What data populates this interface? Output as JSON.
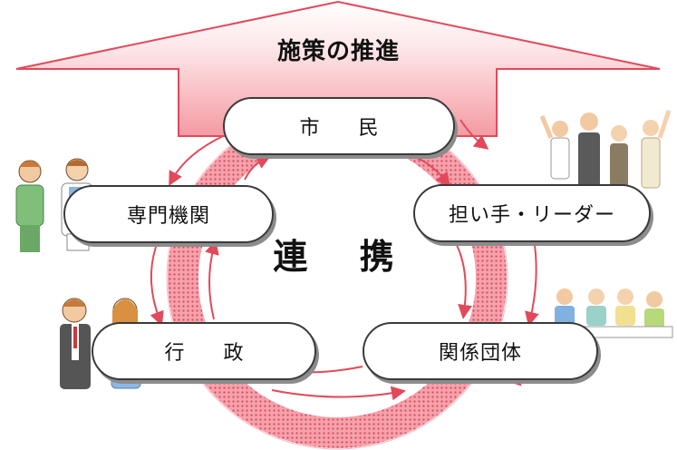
{
  "banner": {
    "label": "施策の推進"
  },
  "center": {
    "label": "連 携"
  },
  "nodes": {
    "shimin": "市 民",
    "senmon": "専門機関",
    "leader": "担い手・リーダー",
    "gyosei": "行 政",
    "kankei": "関係団体"
  },
  "colors": {
    "arrow_fill_top": "#ffffff",
    "arrow_fill_bottom": "#f49aa3",
    "arrow_outline": "#e2495a",
    "ring_pink": "#f08c97",
    "ring_dots": "#e0435a",
    "node_border": "#3a3a3a"
  },
  "icons": [
    "medical-staff-icon",
    "office-workers-icon",
    "cheering-people-icon",
    "meeting-group-icon"
  ]
}
